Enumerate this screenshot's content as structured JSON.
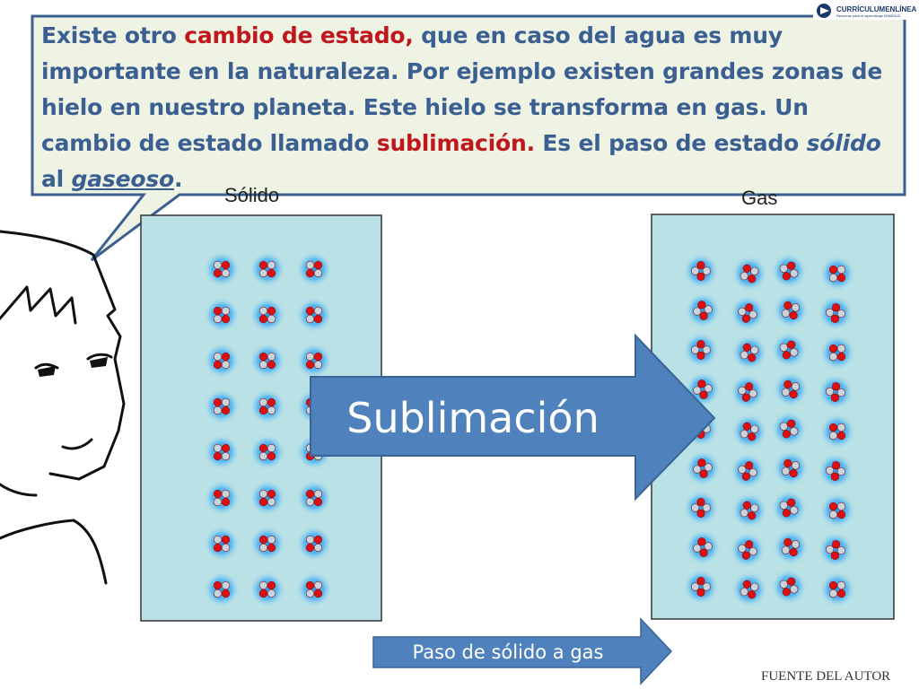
{
  "logo": {
    "name": "CURRÍCULUMENLÍNEA",
    "tagline": "Recursos para el aprendizaje MINEDUC"
  },
  "callout": {
    "p1": "Existe otro ",
    "p2": "cambio de estado,",
    "p3": " que en caso del agua es muy importante en la naturaleza.  Por ejemplo existen grandes zonas de hielo en nuestro planeta.  Este hielo se transforma en gas. Un cambio de estado llamado ",
    "p4": "sublimación.",
    "p5": " Es el paso de estado ",
    "p6": "sólido",
    "p7": " al ",
    "p8": "gaseoso",
    "p9": "."
  },
  "labels": {
    "solid": "Sólido",
    "gas": "Gas"
  },
  "arrows": {
    "main": "Sublimación",
    "bottom": "Paso de sólido a gas"
  },
  "source": "FUENTE DEL AUTOR",
  "colors": {
    "container_fill": "#b9e1e6",
    "arrow_fill": "#4f81bd",
    "text_blue": "#3c5f92",
    "highlight_red": "#c0171d",
    "oxygen_red": "#dd1010",
    "hydrogen_grey": "#c8d4dc"
  }
}
